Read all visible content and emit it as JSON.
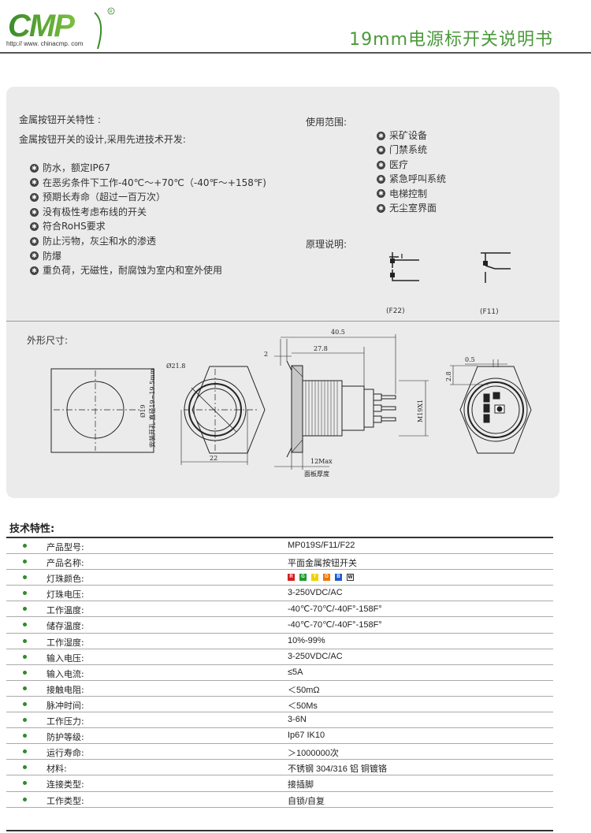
{
  "header": {
    "logo_text": "CMP",
    "logo_url": "http:// www. chinacmp. com",
    "title": "19mm电源标开关说明书"
  },
  "features": {
    "title": "金属按钮开关特性 :",
    "subtitle": "金属按钮开关的设计,采用先进技术开发:",
    "items": [
      "防水，额定IP67",
      "在恶劣条件下工作-40℃～+70℃（-40℉～+158℉)",
      "预期长寿命（超过一百万次）",
      "没有极性考虑布线的开关",
      "符合RoHS要求",
      "防止污物，灰尘和水的渗透",
      "防爆",
      "重负荷，无磁性，耐腐蚀为室内和室外使用"
    ]
  },
  "usage": {
    "title": "使用范围:",
    "items": [
      "采矿设备",
      "门禁系统",
      "医疗",
      "紧急呼叫系统",
      "电梯控制",
      "无尘室界面"
    ]
  },
  "principle": {
    "title": "原理说明:",
    "f22": "(F22)",
    "f11": "(F11)"
  },
  "dimensions": {
    "title": "外形尺寸:",
    "d_main": "40.5",
    "d_body": "27.8",
    "d_flange": "2",
    "d_face": "Ø21.8",
    "d_hole": "Ø19",
    "d_hole_note": "安装开孔 直径19~19.5mm",
    "d_hex": "22",
    "d_thread": "M19X1",
    "d_panel": "12Max",
    "d_panel_note": "面板厚度",
    "d_05": "0.5",
    "d_28": "2.8"
  },
  "tech": {
    "title": "技术特性:",
    "rows": [
      {
        "label": "产品型号:",
        "value": "MP019S/F11/F22"
      },
      {
        "label": "产品名称:",
        "value": "平面金属按钮开关"
      },
      {
        "label": "灯珠颜色:",
        "value": ""
      },
      {
        "label": "灯珠电压:",
        "value": "3-250VDC/AC"
      },
      {
        "label": "工作温度:",
        "value": "-40℃-70℃/-40F°-158F°"
      },
      {
        "label": "储存温度:",
        "value": "-40℃-70℃/-40F°-158F°"
      },
      {
        "label": "工作湿度:",
        "value": "10%-99%"
      },
      {
        "label": "输入电压:",
        "value": "3-250VDC/AC"
      },
      {
        "label": "输入电流:",
        "value": "≤5A"
      },
      {
        "label": "接触电阻:",
        "value": "＜50mΩ"
      },
      {
        "label": "脉冲时间:",
        "value": "＜50Ms"
      },
      {
        "label": "工作压力:",
        "value": "3-6N"
      },
      {
        "label": "防护等级:",
        "value": "Ip67 IK10"
      },
      {
        "label": "运行寿命:",
        "value": "＞1000000次"
      },
      {
        "label": "材料:",
        "value": "不锈钢 304/316  铝  铜镀铬"
      },
      {
        "label": "连接类型:",
        "value": "接插脚"
      },
      {
        "label": "工作类型:",
        "value": "自锁/自复"
      }
    ],
    "led_colors": [
      {
        "letter": "R",
        "color": "#d42020"
      },
      {
        "letter": "G",
        "color": "#1f9a2f"
      },
      {
        "letter": "Y",
        "color": "#f0d000"
      },
      {
        "letter": "O",
        "color": "#f07800"
      },
      {
        "letter": "B",
        "color": "#1f5bd0"
      },
      {
        "letter": "W",
        "color": "#ffffff"
      }
    ]
  },
  "colors": {
    "accent": "#4a9a3a",
    "panel": "#ebebeb"
  }
}
